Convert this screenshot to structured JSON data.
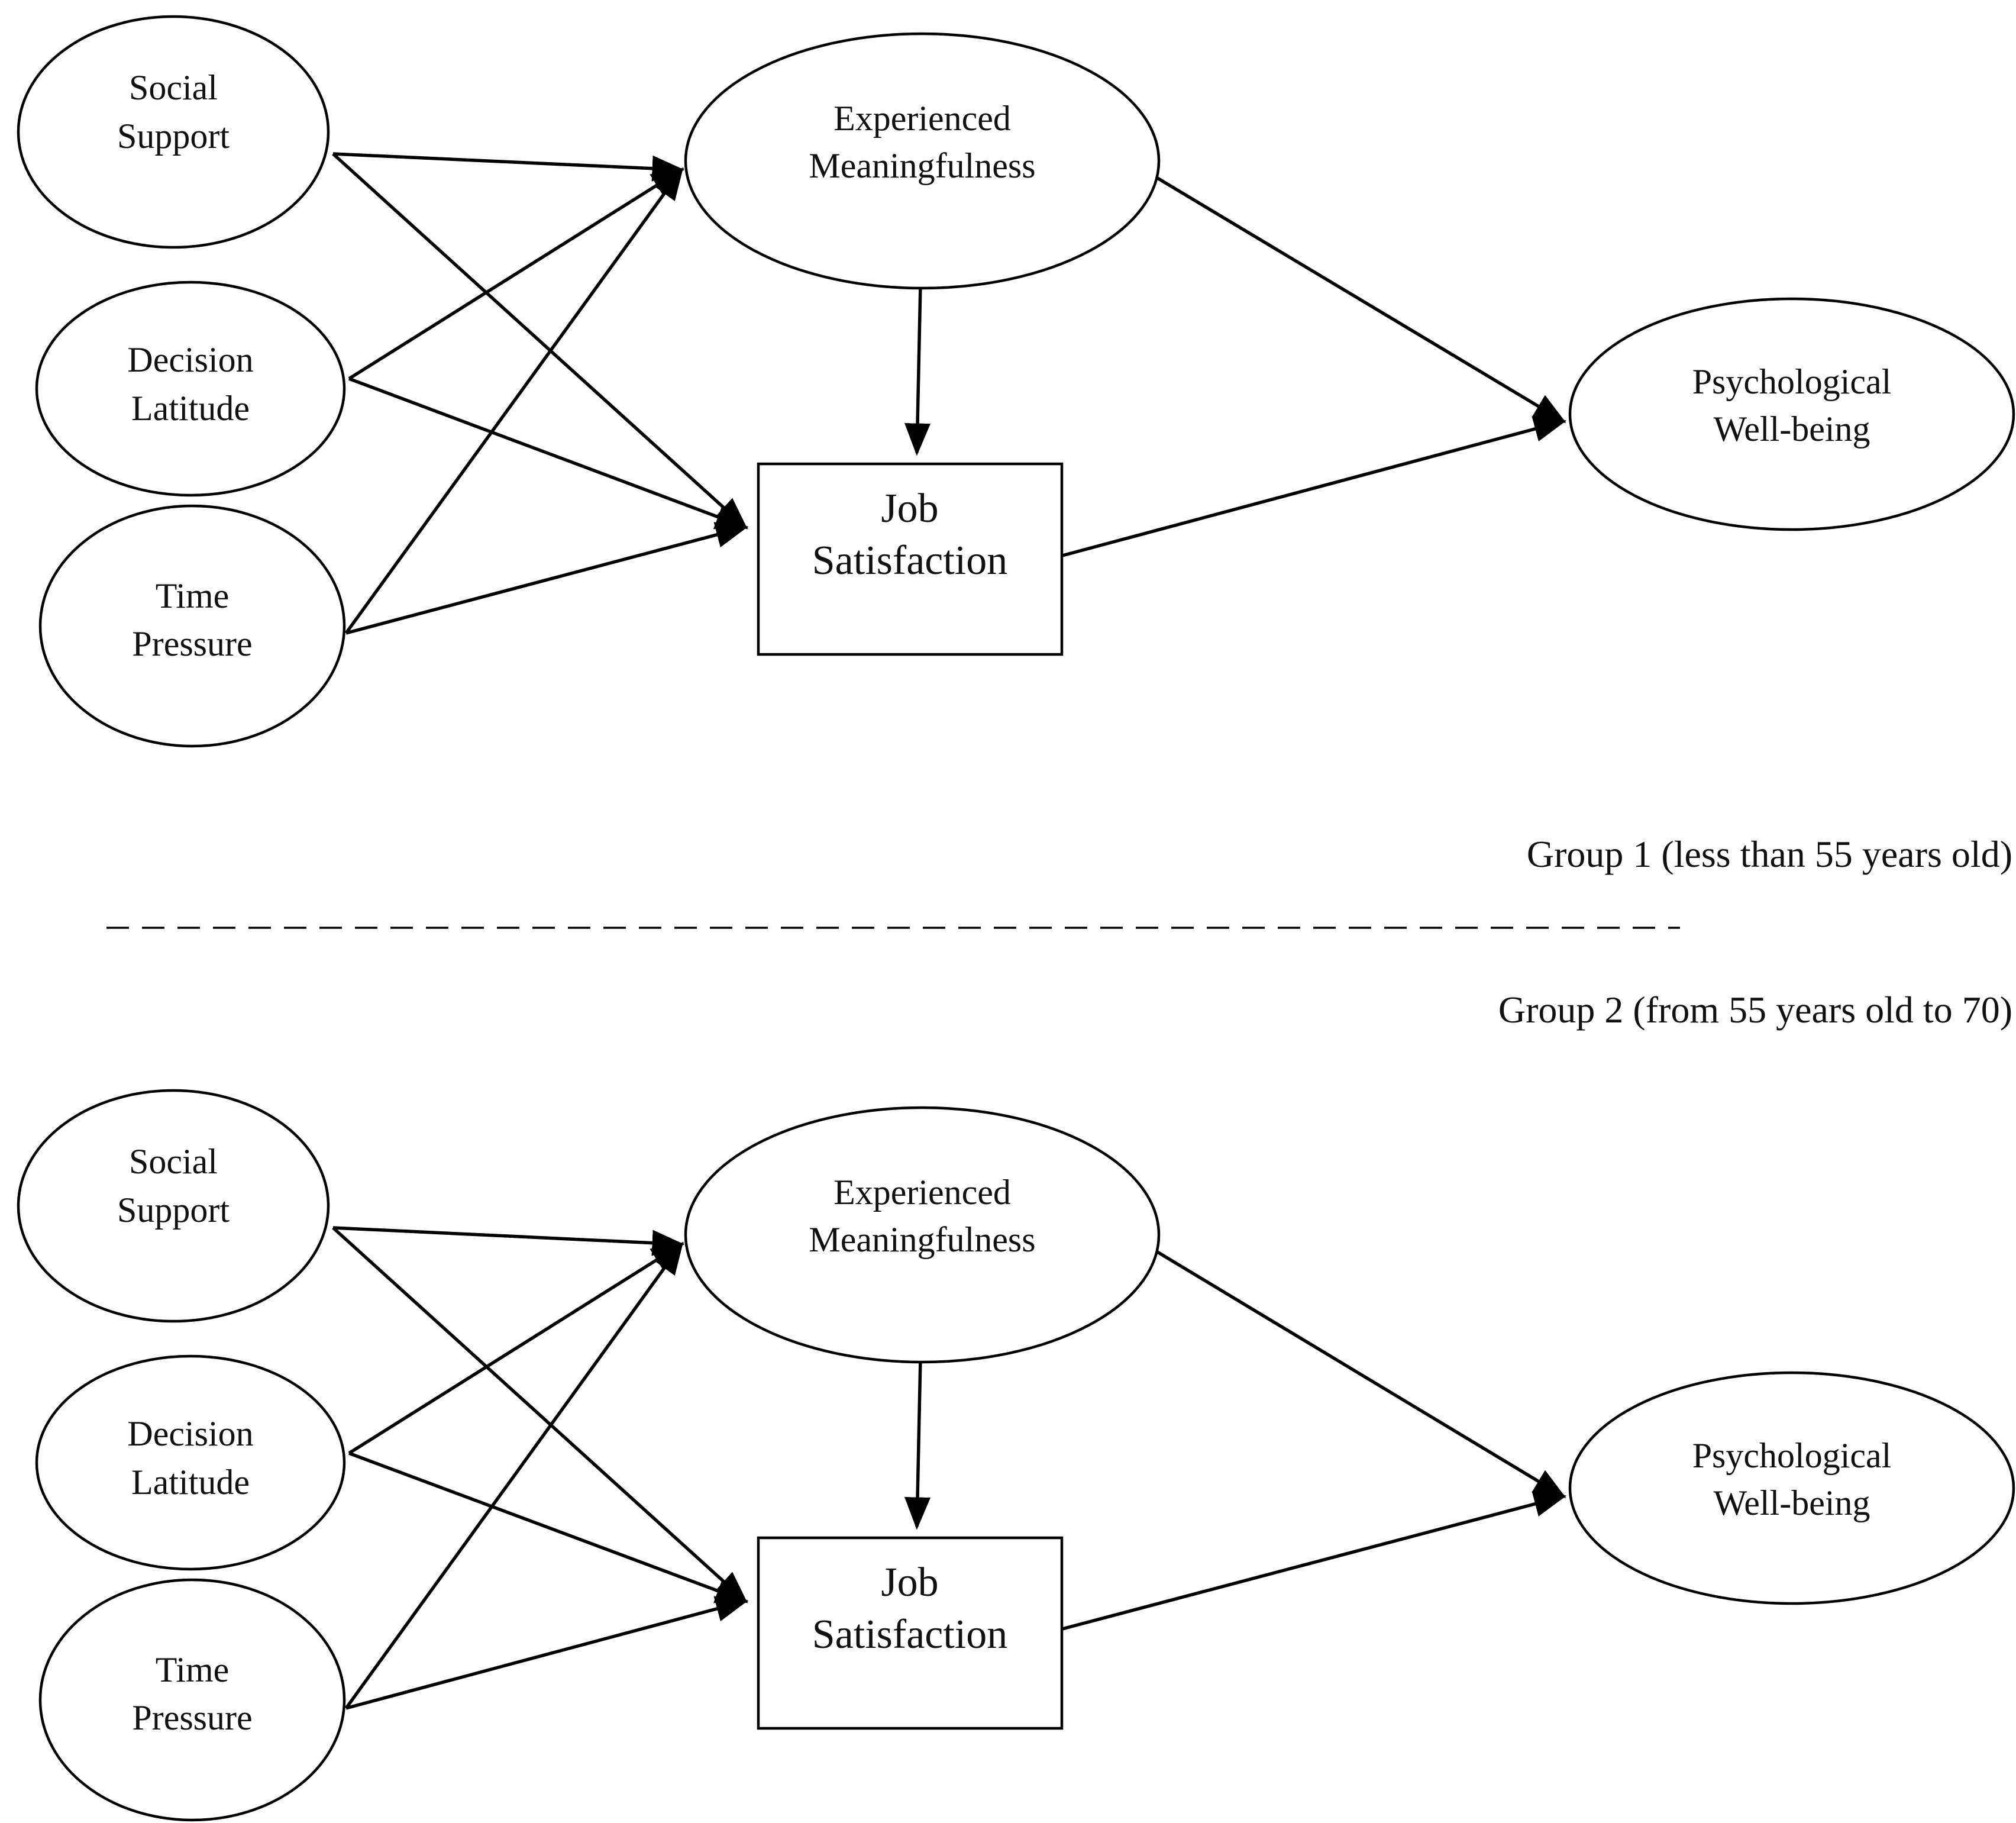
{
  "groups": [
    {
      "label": "Group 1 (less than 55 years old)",
      "nodes": {
        "social_support": [
          "Social",
          "Support"
        ],
        "decision_latitude": [
          "Decision",
          "Latitude"
        ],
        "time_pressure": [
          "Time",
          "Pressure"
        ],
        "experienced_meaningfulness": [
          "Experienced",
          "Meaningfulness"
        ],
        "job_satisfaction": [
          "Job",
          "Satisfaction"
        ],
        "psychological_wellbeing": [
          "Psychological",
          "Well-being"
        ]
      }
    },
    {
      "label": "Group 2 (from 55 years old to 70)",
      "nodes": {
        "social_support": [
          "Social",
          "Support"
        ],
        "decision_latitude": [
          "Decision",
          "Latitude"
        ],
        "time_pressure": [
          "Time",
          "Pressure"
        ],
        "experienced_meaningfulness": [
          "Experienced",
          "Meaningfulness"
        ],
        "job_satisfaction": [
          "Job",
          "Satisfaction"
        ],
        "psychological_wellbeing": [
          "Psychological",
          "Well-being"
        ]
      }
    }
  ],
  "edges": [
    [
      "social_support",
      "experienced_meaningfulness"
    ],
    [
      "social_support",
      "job_satisfaction"
    ],
    [
      "decision_latitude",
      "experienced_meaningfulness"
    ],
    [
      "decision_latitude",
      "job_satisfaction"
    ],
    [
      "time_pressure",
      "experienced_meaningfulness"
    ],
    [
      "time_pressure",
      "job_satisfaction"
    ],
    [
      "experienced_meaningfulness",
      "job_satisfaction"
    ],
    [
      "experienced_meaningfulness",
      "psychological_wellbeing"
    ],
    [
      "job_satisfaction",
      "psychological_wellbeing"
    ]
  ],
  "colors": {
    "stroke": "#000000",
    "text": "#111111",
    "background": "#ffffff"
  }
}
